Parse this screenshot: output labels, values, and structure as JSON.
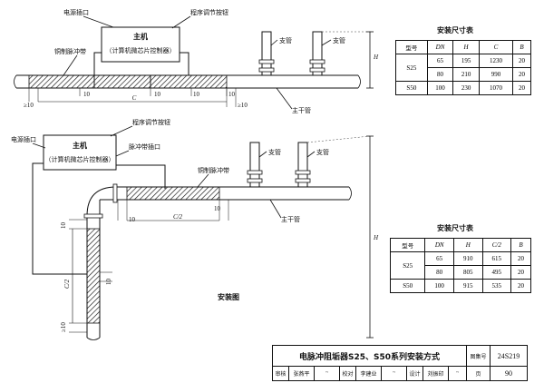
{
  "labels": {
    "power_port": "电源插口",
    "host": "主机",
    "host_sub": "（计算机微芯片控制器）",
    "program_button": "程序调节按钮",
    "copper_tape": "铜制脉冲带",
    "branch_pipe": "支管",
    "main_pipe": "主干管",
    "pulse_tape_port": "脉冲带插口",
    "install_diagram": "安装图"
  },
  "dims": {
    "ten": "10",
    "ge10": "≥10",
    "c": "C",
    "c_half": "C/2",
    "h": "H"
  },
  "table1": {
    "title": "安装尺寸表",
    "headers": [
      "型号",
      "DN",
      "H",
      "C",
      "B"
    ],
    "rows": [
      {
        "model": "S25",
        "dn": "65",
        "h": "195",
        "c": "1230",
        "b": "20"
      },
      {
        "model": "",
        "dn": "80",
        "h": "210",
        "c": "990",
        "b": "20"
      },
      {
        "model": "S50",
        "dn": "100",
        "h": "230",
        "c": "1070",
        "b": "20"
      }
    ]
  },
  "table2": {
    "title": "安装尺寸表",
    "headers": [
      "型号",
      "DN",
      "H",
      "C/2",
      "B"
    ],
    "rows": [
      {
        "model": "S25",
        "dn": "65",
        "h": "910",
        "c": "615",
        "b": "20"
      },
      {
        "model": "",
        "dn": "80",
        "h": "805",
        "c": "495",
        "b": "20"
      },
      {
        "model": "S50",
        "dn": "100",
        "h": "915",
        "c": "535",
        "b": "20"
      }
    ]
  },
  "titleblock": {
    "title": "电脉冲阻垢器S25、S50系列安装方式",
    "atlas_label": "图集号",
    "atlas_no": "24S219",
    "review_label": "审核",
    "reviewer": "张燕平",
    "check_label": "校对",
    "checker": "李建业",
    "design_label": "设计",
    "designer": "刘振印",
    "page_label": "页",
    "page_no": "90"
  }
}
